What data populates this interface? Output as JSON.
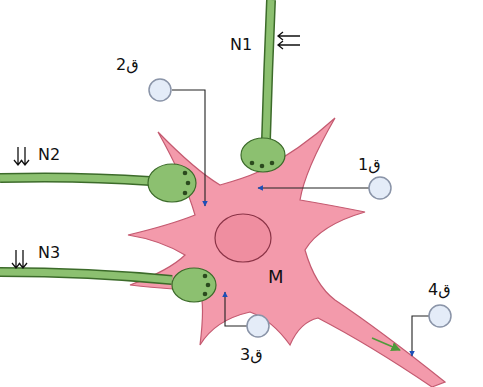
{
  "diagram": {
    "nodes": [
      {
        "text": [
          "M"
        ]
      }
    ],
    "labels": [
      "ق2",
      "N1",
      "N2",
      "ق1",
      "N3",
      "ق3",
      "ق4"
    ]
  }
}
